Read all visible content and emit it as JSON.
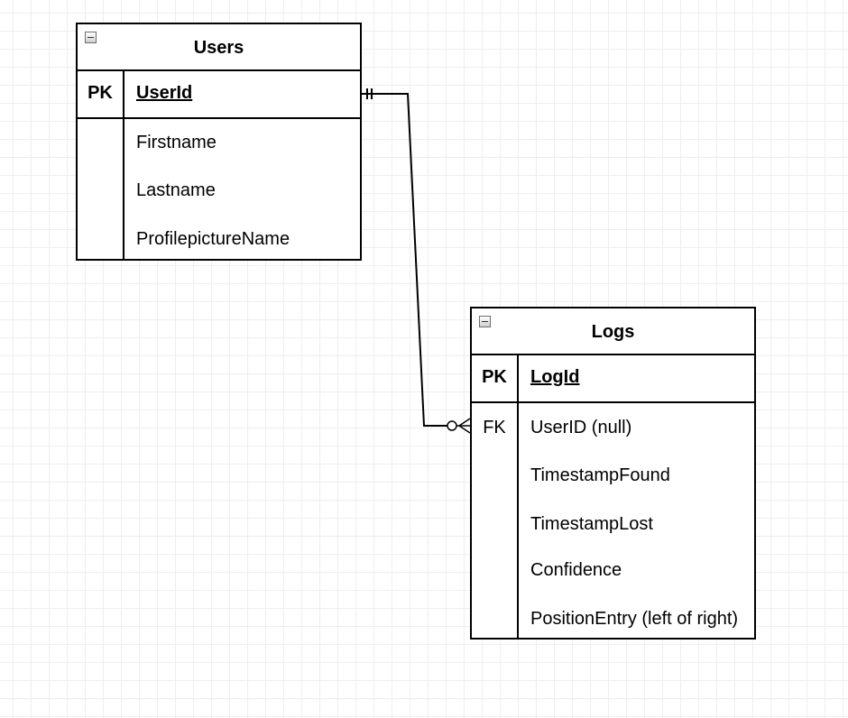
{
  "entities": {
    "users": {
      "title": "Users",
      "pk_label": "PK",
      "pk_field": "UserId",
      "fields": [
        {
          "key": "",
          "name": "Firstname"
        },
        {
          "key": "",
          "name": "Lastname"
        },
        {
          "key": "",
          "name": "ProfilepictureName"
        }
      ]
    },
    "logs": {
      "title": "Logs",
      "pk_label": "PK",
      "pk_field": "LogId",
      "fields": [
        {
          "key": "FK",
          "name": "UserID (null)"
        },
        {
          "key": "",
          "name": "TimestampFound"
        },
        {
          "key": "",
          "name": "TimestampLost"
        },
        {
          "key": "",
          "name": "Confidence"
        },
        {
          "key": "",
          "name": "PositionEntry (left of right)"
        }
      ]
    }
  },
  "relationship": {
    "from_entity": "users",
    "from_cardinality": "exactly-one",
    "to_entity": "logs",
    "to_cardinality": "zero-or-many"
  },
  "colors": {
    "line": "#000000",
    "grid": "#eeeeee",
    "background": "#ffffff"
  }
}
